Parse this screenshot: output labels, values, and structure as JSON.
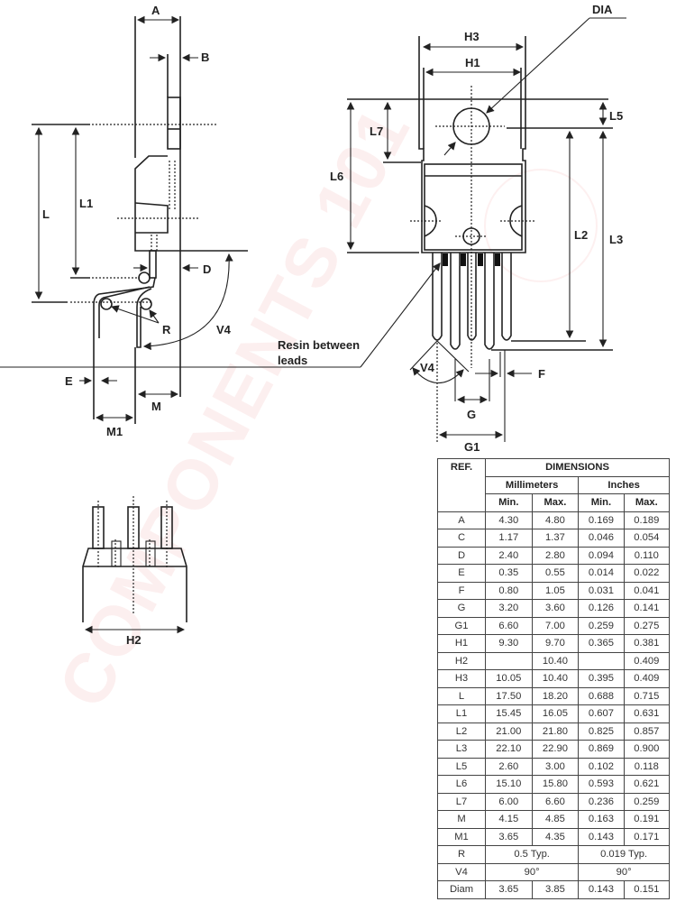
{
  "watermark": "COMPONENTS 101",
  "labels": {
    "A": "A",
    "B": "B",
    "D": "D",
    "E": "E",
    "L": "L",
    "L1": "L1",
    "R": "R",
    "V4": "V4",
    "M": "M",
    "M1": "M1",
    "DIA": "DIA",
    "H3": "H3",
    "H1": "H1",
    "L5": "L5",
    "L7": "L7",
    "L6": "L6",
    "L2": "L2",
    "L3": "L3",
    "resin_line1": "Resin between",
    "resin_line2": "leads",
    "V4_front": "V4",
    "F": "F",
    "G": "G",
    "G1": "G1",
    "H2": "H2"
  },
  "table": {
    "ref_header": "REF.",
    "dimensions_header": "DIMENSIONS",
    "mm_header": "Millimeters",
    "in_header": "Inches",
    "min": "Min.",
    "max": "Max.",
    "rows": [
      {
        "ref": "A",
        "mm_min": "4.30",
        "mm_max": "4.80",
        "in_min": "0.169",
        "in_max": "0.189"
      },
      {
        "ref": "C",
        "mm_min": "1.17",
        "mm_max": "1.37",
        "in_min": "0.046",
        "in_max": "0.054"
      },
      {
        "ref": "D",
        "mm_min": "2.40",
        "mm_max": "2.80",
        "in_min": "0.094",
        "in_max": "0.110"
      },
      {
        "ref": "E",
        "mm_min": "0.35",
        "mm_max": "0.55",
        "in_min": "0.014",
        "in_max": "0.022"
      },
      {
        "ref": "F",
        "mm_min": "0.80",
        "mm_max": "1.05",
        "in_min": "0.031",
        "in_max": "0.041"
      },
      {
        "ref": "G",
        "mm_min": "3.20",
        "mm_max": "3.60",
        "in_min": "0.126",
        "in_max": "0.141"
      },
      {
        "ref": "G1",
        "mm_min": "6.60",
        "mm_max": "7.00",
        "in_min": "0.259",
        "in_max": "0.275"
      },
      {
        "ref": "H1",
        "mm_min": "9.30",
        "mm_max": "9.70",
        "in_min": "0.365",
        "in_max": "0.381"
      },
      {
        "ref": "H2",
        "mm_min": "",
        "mm_max": "10.40",
        "in_min": "",
        "in_max": "0.409"
      },
      {
        "ref": "H3",
        "mm_min": "10.05",
        "mm_max": "10.40",
        "in_min": "0.395",
        "in_max": "0.409"
      },
      {
        "ref": "L",
        "mm_min": "17.50",
        "mm_max": "18.20",
        "in_min": "0.688",
        "in_max": "0.715"
      },
      {
        "ref": "L1",
        "mm_min": "15.45",
        "mm_max": "16.05",
        "in_min": "0.607",
        "in_max": "0.631"
      },
      {
        "ref": "L2",
        "mm_min": "21.00",
        "mm_max": "21.80",
        "in_min": "0.825",
        "in_max": "0.857"
      },
      {
        "ref": "L3",
        "mm_min": "22.10",
        "mm_max": "22.90",
        "in_min": "0.869",
        "in_max": "0.900"
      },
      {
        "ref": "L5",
        "mm_min": "2.60",
        "mm_max": "3.00",
        "in_min": "0.102",
        "in_max": "0.118"
      },
      {
        "ref": "L6",
        "mm_min": "15.10",
        "mm_max": "15.80",
        "in_min": "0.593",
        "in_max": "0.621"
      },
      {
        "ref": "L7",
        "mm_min": "6.00",
        "mm_max": "6.60",
        "in_min": "0.236",
        "in_max": "0.259"
      },
      {
        "ref": "M",
        "mm_min": "4.15",
        "mm_max": "4.85",
        "in_min": "0.163",
        "in_max": "0.191"
      },
      {
        "ref": "M1",
        "mm_min": "3.65",
        "mm_max": "4.35",
        "in_min": "0.143",
        "in_max": "0.171"
      }
    ],
    "span_rows": [
      {
        "ref": "R",
        "mm": "0.5 Typ.",
        "in": "0.019 Typ."
      },
      {
        "ref": "V4",
        "mm": "90°",
        "in": "90°"
      }
    ],
    "last_row": {
      "ref": "Diam",
      "mm_min": "3.65",
      "mm_max": "3.85",
      "in_min": "0.143",
      "in_max": "0.151"
    }
  }
}
